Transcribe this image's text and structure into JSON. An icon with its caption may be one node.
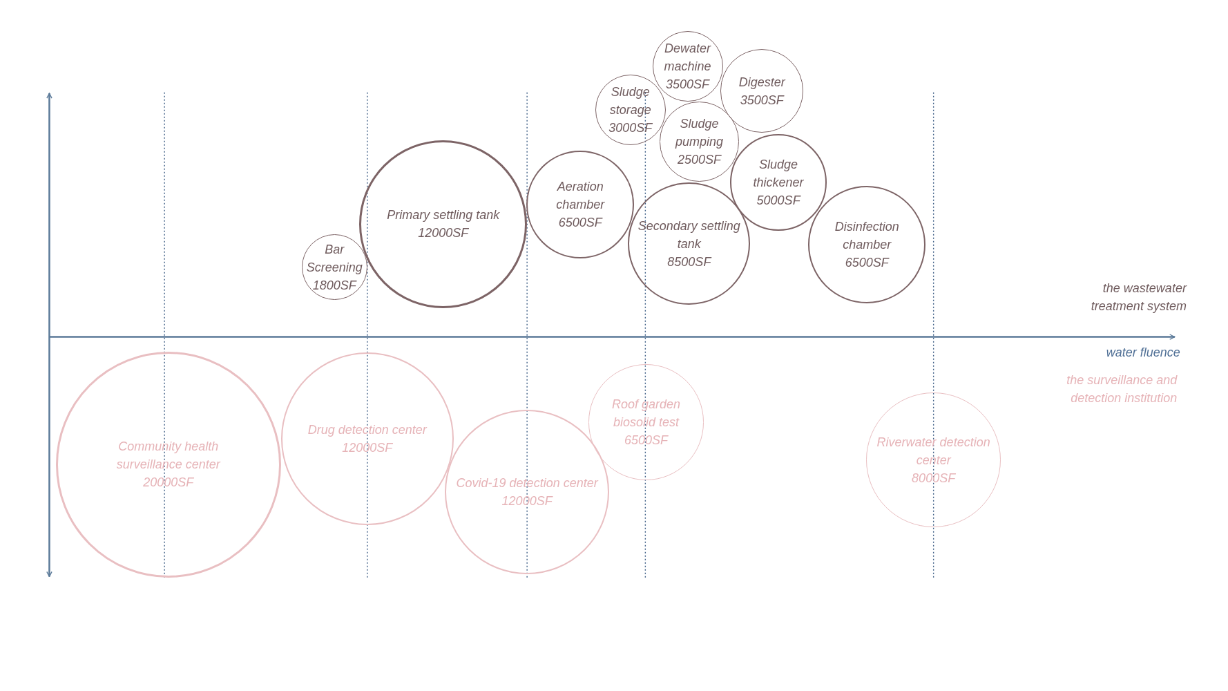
{
  "diagram": {
    "nodes": [
      {
        "text": [
          "Bar Screening",
          "1800SF"
        ]
      },
      {
        "text": [
          "Primary settling tank",
          "12000SF"
        ]
      },
      {
        "text": [
          "Aeration chamber",
          "6500SF"
        ]
      },
      {
        "text": [
          "Sludge storage",
          "3000SF"
        ]
      },
      {
        "text": [
          "Dewater machine",
          "3500SF"
        ]
      },
      {
        "text": [
          "Digester",
          "3500SF"
        ]
      },
      {
        "text": [
          "Sludge pumping",
          "2500SF"
        ]
      },
      {
        "text": [
          "Sludge thickener",
          "5000SF"
        ]
      },
      {
        "text": [
          "Secondary settling tank",
          "8500SF"
        ]
      },
      {
        "text": [
          "Disinfection chamber",
          "6500SF"
        ]
      },
      {
        "text": [
          "Community health surveillance center",
          "20000SF"
        ]
      },
      {
        "text": [
          "Drug detection center",
          "12000SF"
        ]
      },
      {
        "text": [
          "Covid-19 detection center",
          "12000SF"
        ]
      },
      {
        "text": [
          "Roof garden biosolid test",
          "6500SF"
        ]
      },
      {
        "text": [
          "Riverwater detection center",
          "8000SF"
        ]
      }
    ],
    "labels": [
      "the wastewater treatment system",
      "water fluence",
      "the surveillance and detection institution"
    ]
  }
}
